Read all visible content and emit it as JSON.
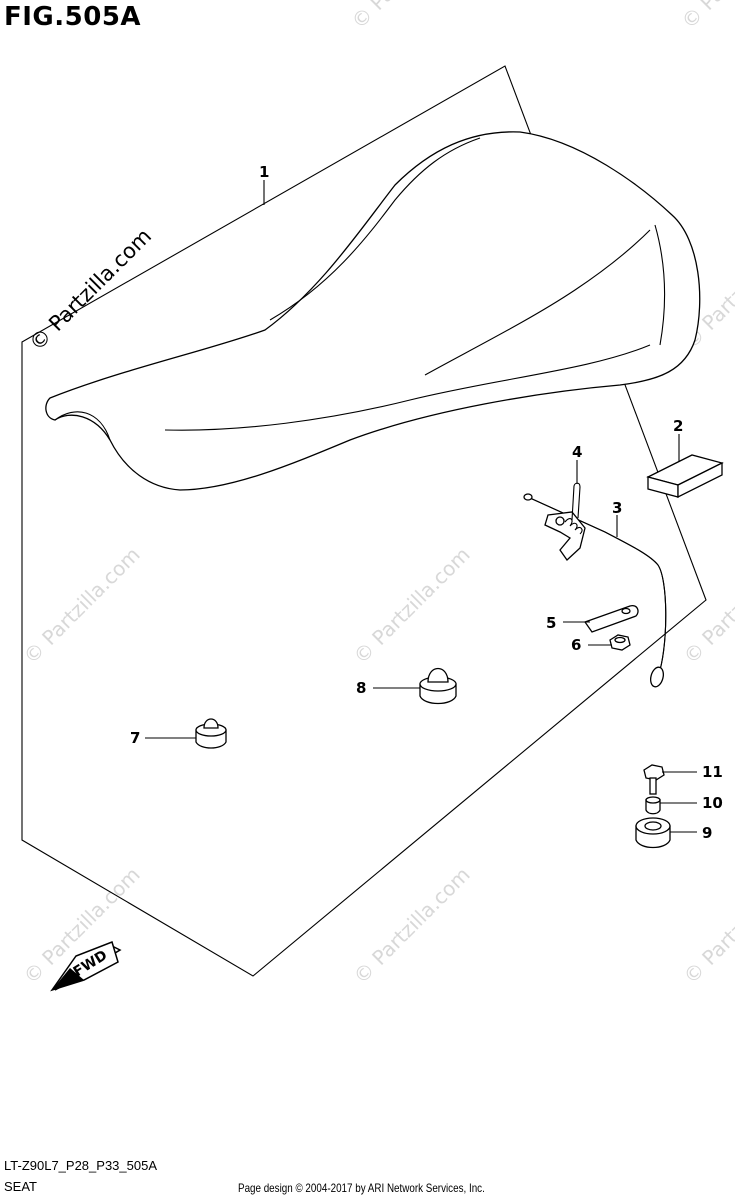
{
  "figure": {
    "title": "FIG.505A",
    "code": "LT-Z90L7_P28_P33_505A",
    "name": "SEAT",
    "footer": "Page design © 2004-2017 by ARI Network Services, Inc."
  },
  "watermark": {
    "text": "© Partzilla.com"
  },
  "fwd_label": "FWD",
  "callouts": [
    {
      "number": "1"
    },
    {
      "number": "2"
    },
    {
      "number": "3"
    },
    {
      "number": "4"
    },
    {
      "number": "5"
    },
    {
      "number": "6"
    },
    {
      "number": "7"
    },
    {
      "number": "8"
    },
    {
      "number": "9"
    },
    {
      "number": "10"
    },
    {
      "number": "11"
    }
  ]
}
